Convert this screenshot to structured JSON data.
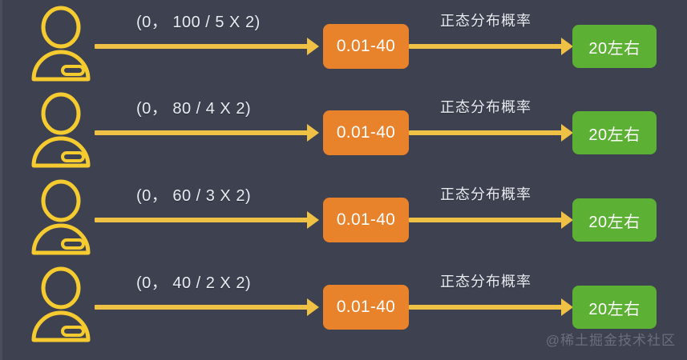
{
  "theme": {
    "background": "#3e4250",
    "arrow_color": "#efc145",
    "icon_color": "#f5cb2f",
    "orange_node": "#e8822b",
    "green_node": "#5cb034",
    "label_color": "#e9ecf2",
    "watermark_color": "#6b6f7c"
  },
  "diagram": {
    "type": "flow",
    "icon_name": "person-icon",
    "rows": [
      {
        "input_label": "(0， 100 / 5 X 2)",
        "process_label": "正态分布概率",
        "process_value": "0.01-40",
        "output_value": "20左右"
      },
      {
        "input_label": "(0， 80 / 4 X 2)",
        "process_label": "正态分布概率",
        "process_value": "0.01-40",
        "output_value": "20左右"
      },
      {
        "input_label": "(0， 60 / 3 X 2)",
        "process_label": "正态分布概率",
        "process_value": "0.01-40",
        "output_value": "20左右"
      },
      {
        "input_label": "(0， 40 / 2 X 2)",
        "process_label": "正态分布概率",
        "process_value": "0.01-40",
        "output_value": "20左右"
      }
    ]
  },
  "watermark": {
    "text": "@稀土掘金技术社区"
  }
}
